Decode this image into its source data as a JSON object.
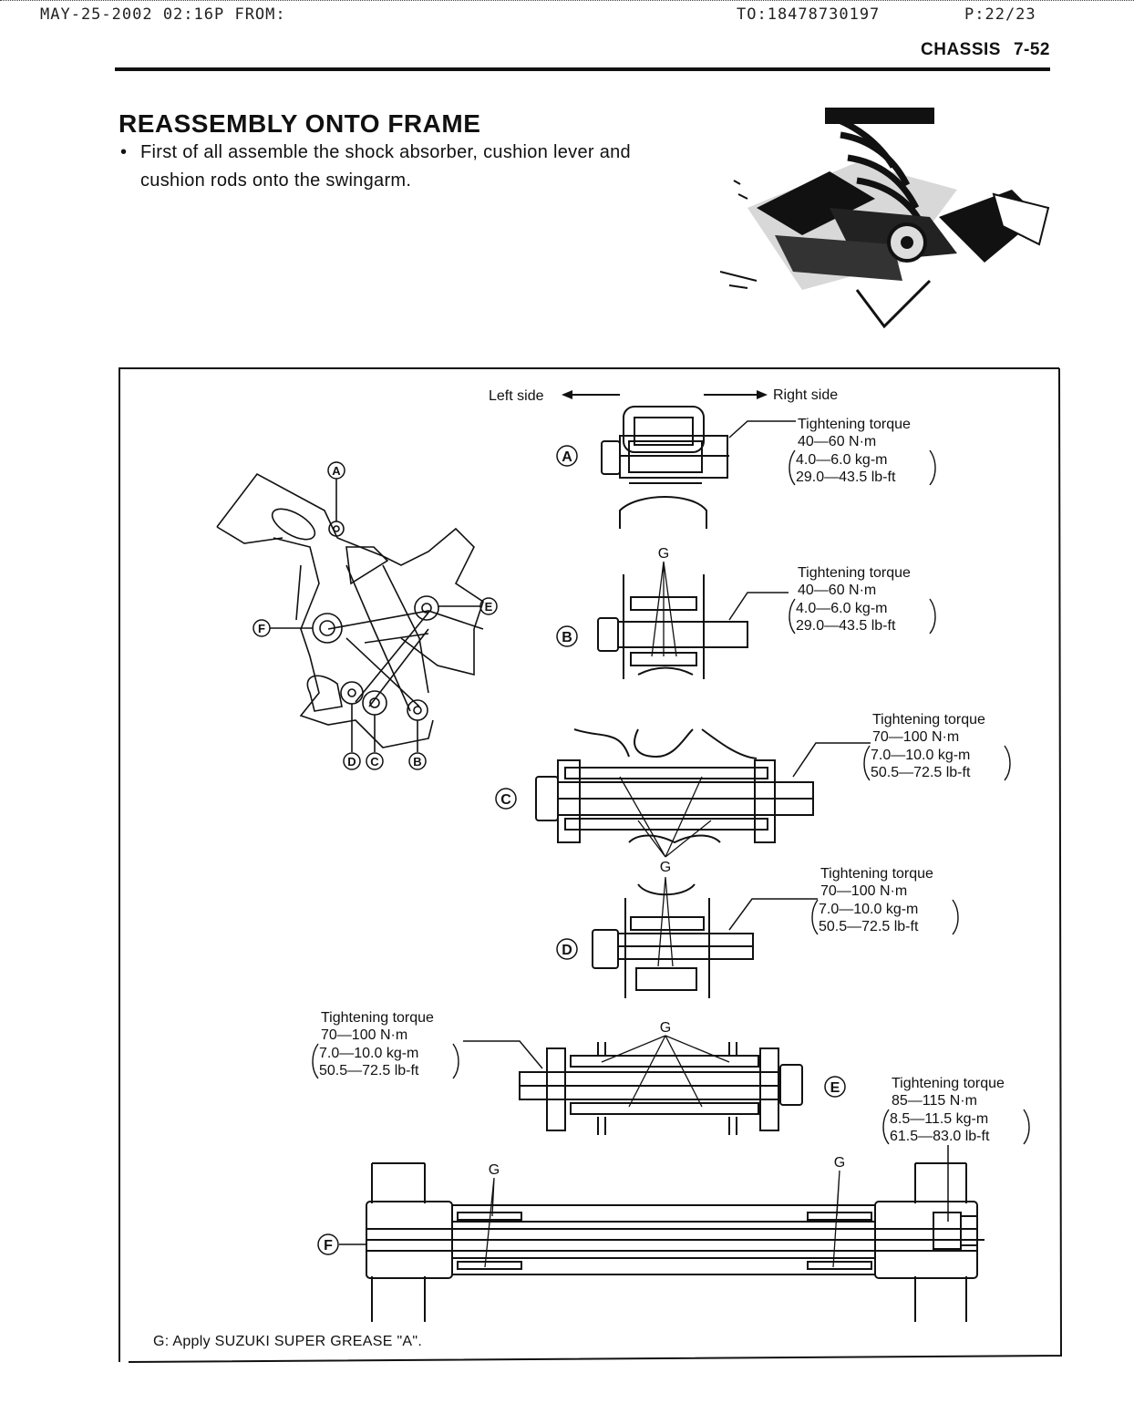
{
  "fax_header": {
    "date_from": "MAY-25-2002 02:16P FROM:",
    "to": "TO:18478730197",
    "page": "P:22/23"
  },
  "page_header": {
    "section": "CHASSIS",
    "page_number": "7-52"
  },
  "section_title": "REASSEMBLY ONTO FRAME",
  "instruction": {
    "bullet": "•",
    "text": "First of all assemble the shock absorber, cushion lever and cushion rods onto the swingarm."
  },
  "figure": {
    "direction_left": "Left side",
    "direction_right": "Right side",
    "grease_mark": "G",
    "overview_letters": [
      "A",
      "B",
      "C",
      "D",
      "E",
      "F"
    ],
    "parts": [
      {
        "letter": "A",
        "torque_title": "Tightening torque",
        "nm": "40—60 N·m",
        "kgm": "4.0—6.0 kg-m",
        "lbft": "29.0—43.5 lb-ft"
      },
      {
        "letter": "B",
        "torque_title": "Tightening torque",
        "nm": "40—60 N·m",
        "kgm": "4.0—6.0 kg-m",
        "lbft": "29.0—43.5 lb-ft"
      },
      {
        "letter": "C",
        "torque_title": "Tightening torque",
        "nm": "70—100 N·m",
        "kgm": "7.0—10.0 kg-m",
        "lbft": "50.5—72.5 lb-ft"
      },
      {
        "letter": "D",
        "torque_title": "Tightening torque",
        "nm": "70—100 N·m",
        "kgm": "7.0—10.0 kg-m",
        "lbft": "50.5—72.5 lb-ft"
      },
      {
        "letter": "E",
        "torque_title": "Tightening torque",
        "nm": "70—100 N·m",
        "kgm": "7.0—10.0 kg-m",
        "lbft": "50.5—72.5 lb-ft"
      },
      {
        "letter": "F",
        "torque_title": "Tightening torque",
        "nm": "85—115 N·m",
        "kgm": "8.5—11.5 kg-m",
        "lbft": "61.5—83.0 lb-ft"
      }
    ],
    "caption": "G: Apply SUZUKI SUPER GREASE \"A\"."
  }
}
